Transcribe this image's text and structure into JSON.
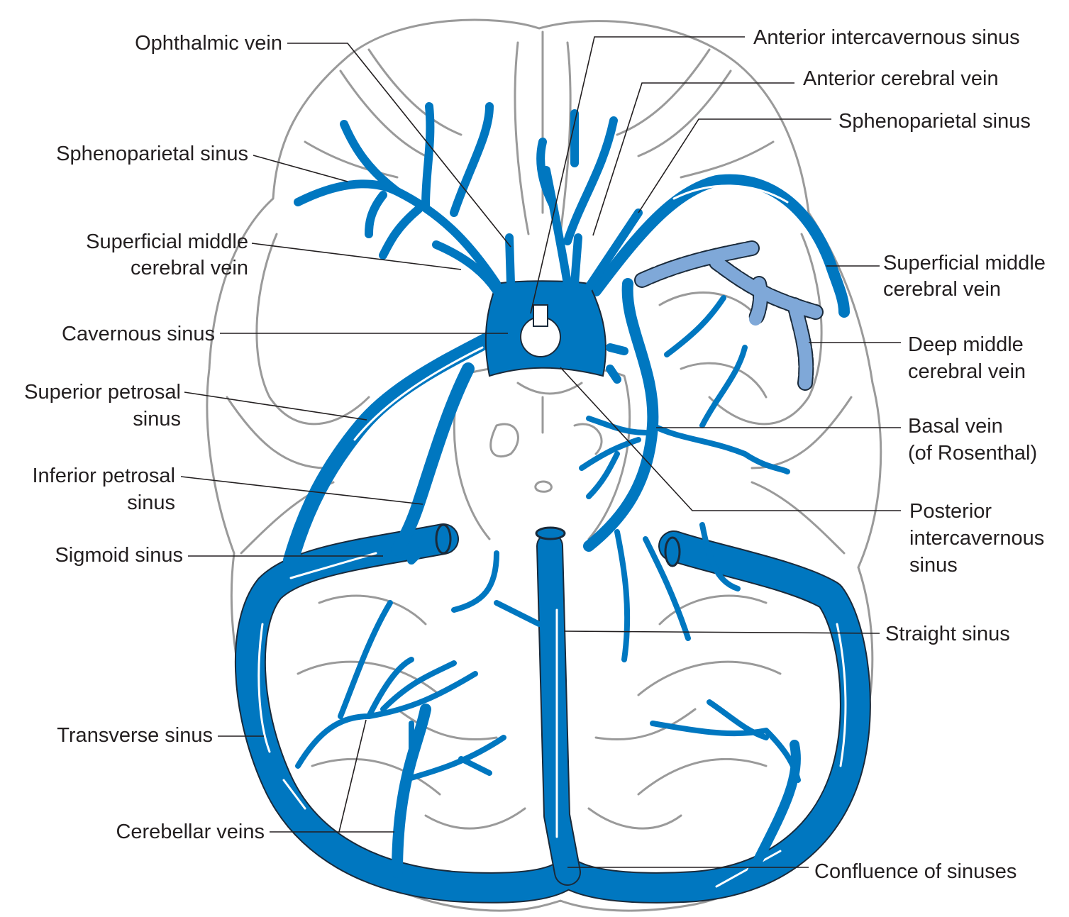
{
  "colors": {
    "vein": "#0077c0",
    "deep_vein": "#7fa8d8",
    "brain_outline": "#9a9a9a",
    "text": "#231f20"
  },
  "labels_left": {
    "ophthalmic_vein": "Ophthalmic vein",
    "sphenoparietal_sinus": "Sphenoparietal sinus",
    "superficial_middle_cerebral_vein": [
      "Superficial middle",
      "cerebral vein"
    ],
    "cavernous_sinus": "Cavernous sinus",
    "superior_petrosal_sinus": [
      "Superior petrosal",
      "sinus"
    ],
    "inferior_petrosal_sinus": [
      "Inferior petrosal",
      "sinus"
    ],
    "sigmoid_sinus": "Sigmoid sinus",
    "transverse_sinus": "Transverse sinus",
    "cerebellar_veins": "Cerebellar veins"
  },
  "labels_right": {
    "anterior_intercavernous_sinus": "Anterior intercavernous sinus",
    "anterior_cerebral_vein": "Anterior cerebral vein",
    "sphenoparietal_sinus": "Sphenoparietal sinus",
    "superficial_middle_cerebral_vein": [
      "Superficial middle",
      "cerebral vein"
    ],
    "deep_middle_cerebral_vein": [
      "Deep middle",
      "cerebral vein"
    ],
    "basal_vein": [
      "Basal vein",
      "(of Rosenthal)"
    ],
    "posterior_intercavernous_sinus": [
      "Posterior",
      "intercavernous",
      "sinus"
    ],
    "straight_sinus": "Straight sinus",
    "confluence_of_sinuses": "Confluence of sinuses"
  }
}
